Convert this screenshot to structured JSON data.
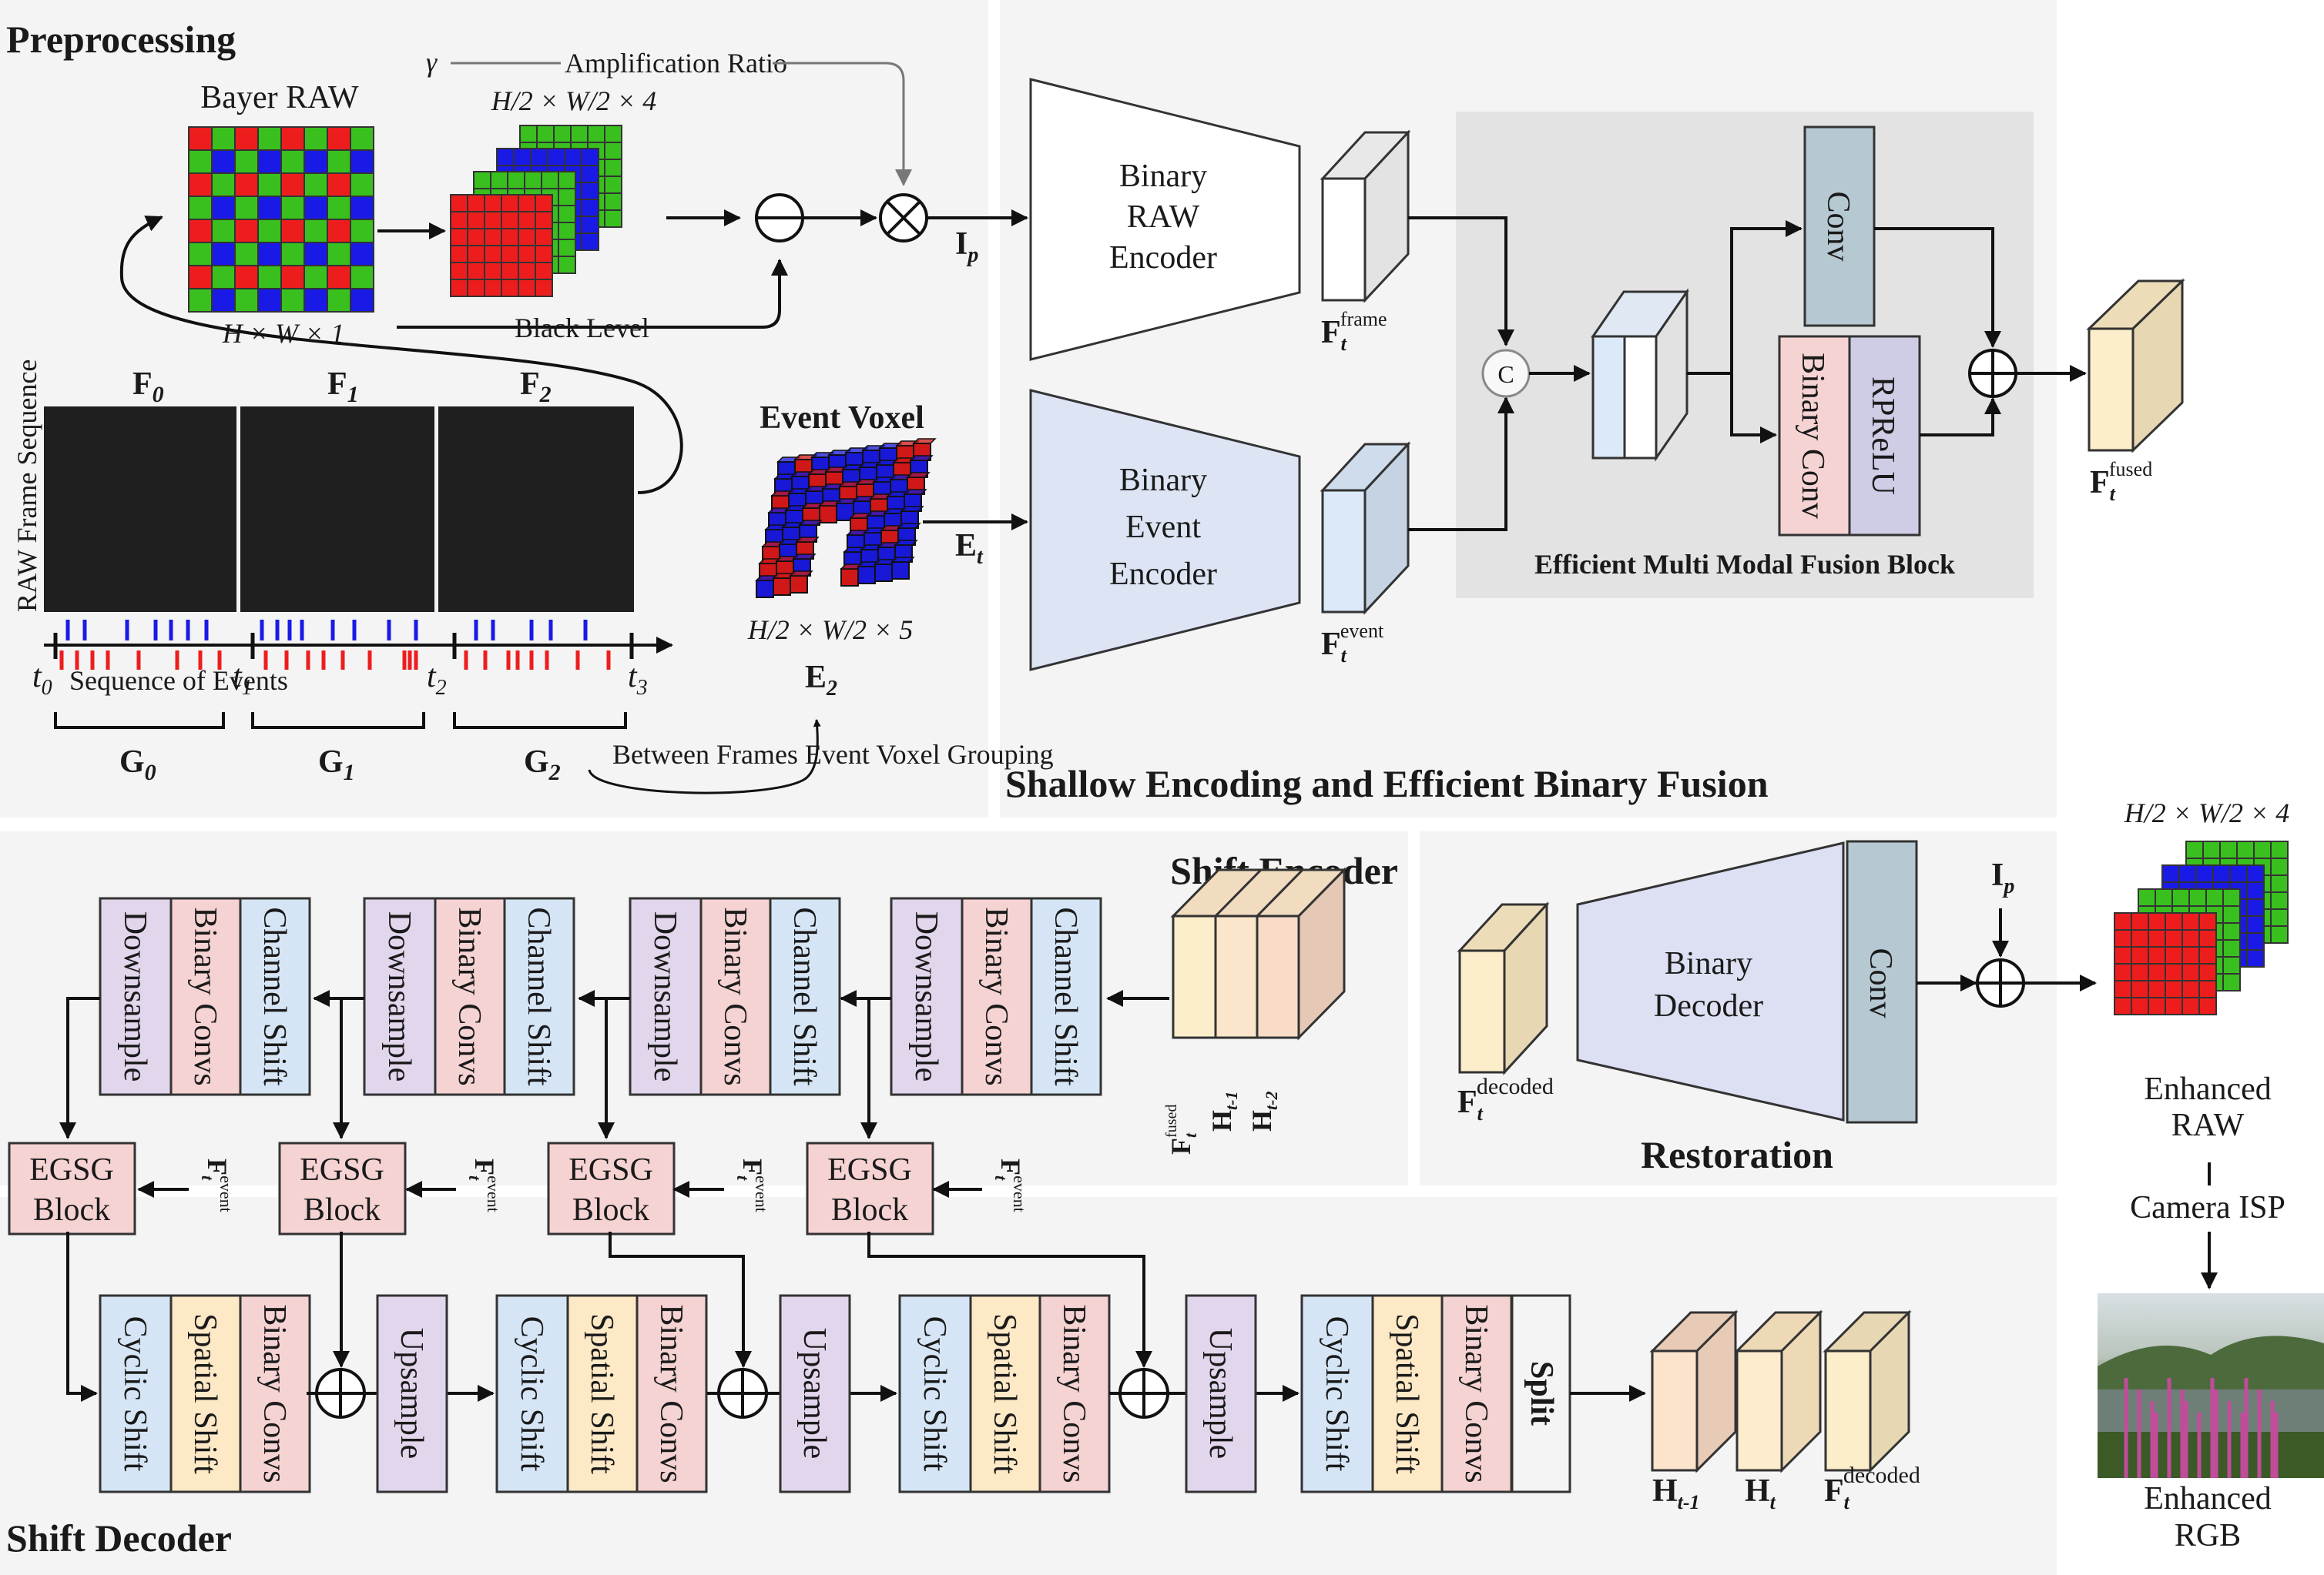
{
  "sections": {
    "preprocessing": "Preprocessing",
    "shallow": "Shallow Encoding and Efficient Binary Fusion",
    "shift_encoder": "Shift Encoder",
    "restoration": "Restoration",
    "shift_decoder": "Shift Decoder"
  },
  "preprocessing": {
    "bayer_raw": "Bayer RAW",
    "bayer_dims": "H × W × 1",
    "packed_dims": "H/2 × W/2 × 4",
    "gamma": "γ",
    "amplification_ratio": "Amplification Ratio",
    "black_level": "Black Level",
    "ip": "I",
    "ip_sub": "p",
    "raw_frame_sequence": "RAW Frame Sequence",
    "frames": [
      {
        "name": "F",
        "sub": "0"
      },
      {
        "name": "F",
        "sub": "1"
      },
      {
        "name": "F",
        "sub": "2"
      }
    ],
    "times": [
      {
        "name": "t",
        "sub": "0"
      },
      {
        "name": "t",
        "sub": "1"
      },
      {
        "name": "t",
        "sub": "2"
      },
      {
        "name": "t",
        "sub": "3"
      }
    ],
    "sequence_of_events": "Sequence of Events",
    "groups": [
      {
        "name": "G",
        "sub": "0"
      },
      {
        "name": "G",
        "sub": "1"
      },
      {
        "name": "G",
        "sub": "2"
      }
    ],
    "event_voxel": "Event Voxel",
    "voxel_dims": "H/2 × W/2 × 5",
    "e2": "E",
    "e2_sub": "2",
    "grouping": "Between Frames Event Voxel Grouping",
    "et": "E",
    "et_sub": "t"
  },
  "shallow": {
    "raw_encoder": [
      "Binary",
      "RAW",
      "Encoder"
    ],
    "event_encoder": [
      "Binary",
      "Event",
      "Encoder"
    ],
    "f_frame": {
      "name": "F",
      "sub": "t",
      "sup": "frame"
    },
    "f_event": {
      "name": "F",
      "sub": "t",
      "sup": "event"
    },
    "concat": "C",
    "conv": "Conv",
    "binary_conv": "Binary Conv",
    "rprelu": "RPReLU",
    "fusion_block": "Efficient Multi Modal Fusion Block",
    "f_fused": {
      "name": "F",
      "sub": "t",
      "sup": "fused"
    }
  },
  "shift_encoder": {
    "stage": [
      "Downsample",
      "Binary Convs",
      "Channel Shift"
    ],
    "inputs": [
      {
        "name": "F",
        "sub": "t",
        "sup": "fused"
      },
      {
        "name": "H",
        "sub": "t-1"
      },
      {
        "name": "H",
        "sub": "t-2"
      }
    ]
  },
  "egsg": {
    "line1": "EGSG",
    "line2": "Block",
    "event": {
      "name": "F",
      "sub": "t",
      "sup": "event"
    }
  },
  "shift_decoder": {
    "stage": [
      "Cyclic Shift",
      "Spatial Shift",
      "Binary Convs"
    ],
    "upsample": "Upsample",
    "split": "Split",
    "outputs": [
      {
        "name": "H",
        "sub": "t-1"
      },
      {
        "name": "H",
        "sub": "t"
      },
      {
        "name": "F",
        "sub": "t",
        "sup": "decoded"
      }
    ]
  },
  "restoration": {
    "f_decoded": {
      "name": "F",
      "sub": "t",
      "sup": "decoded"
    },
    "decoder": [
      "Binary",
      "Decoder"
    ],
    "conv": "Conv",
    "ip": "I",
    "ip_sub": "p"
  },
  "output": {
    "dims": "H/2 × W/2 × 4",
    "enhanced_raw": [
      "Enhanced",
      "RAW"
    ],
    "camera_isp": "Camera ISP",
    "enhanced_rgb": [
      "Enhanced",
      "RGB"
    ]
  },
  "colors": {
    "panel": "#f4f4f4",
    "fusion_panel": "#e3e3e3",
    "downsample": "#e2d6ec",
    "binary_conv": "#f6d3d3",
    "channel_shift": "#d5e5f5",
    "cyclic_shift": "#d5e5f5",
    "spatial_shift": "#fde9c6",
    "conv": "#b6c8d2",
    "feature_fused": "#fdeecb",
    "feature_event": "#dce9f8",
    "bayer_red": "#ee1d1d",
    "bayer_green": "#39c01f",
    "bayer_blue": "#1a1ae6"
  }
}
